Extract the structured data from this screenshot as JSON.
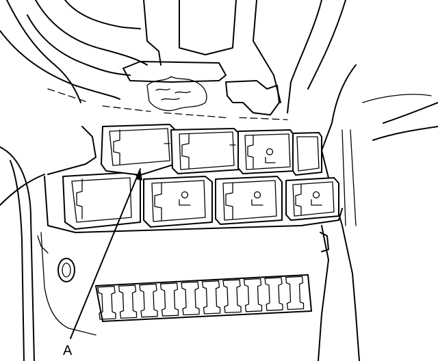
{
  "diagram": {
    "callout": {
      "label": "A"
    },
    "relays_top_row": 4,
    "relays_bottom_row": 4,
    "fuse_count": 10,
    "colors": {
      "line": "#000000",
      "background": "#ffffff"
    }
  }
}
